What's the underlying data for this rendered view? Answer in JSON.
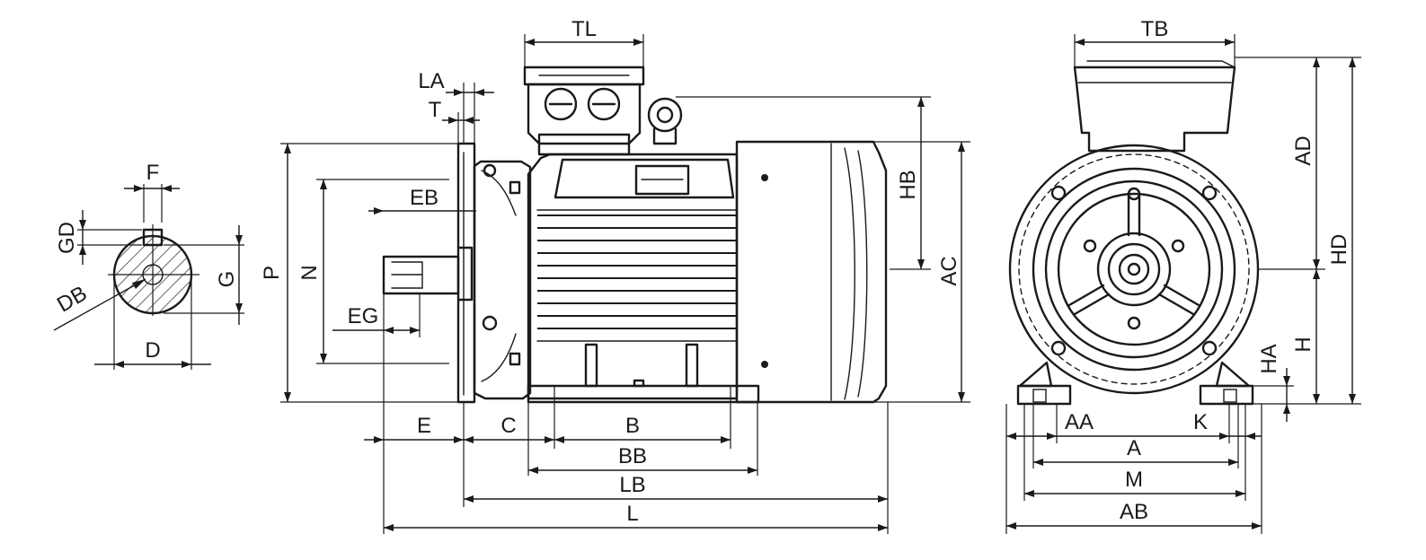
{
  "drawing": {
    "labels": {
      "F": "F",
      "GD": "GD",
      "G": "G",
      "DB": "DB",
      "D": "D",
      "LA": "LA",
      "T": "T",
      "EB": "EB",
      "P": "P",
      "N": "N",
      "EG": "EG",
      "E": "E",
      "C": "C",
      "B": "B",
      "BB": "BB",
      "LB": "LB",
      "L": "L",
      "TL": "TL",
      "HB": "HB",
      "AC": "AC",
      "TB": "TB",
      "AD": "AD",
      "HD": "HD",
      "HA": "HA",
      "H": "H",
      "AA": "AA",
      "K": "K",
      "A": "A",
      "M": "M",
      "AB": "AB"
    },
    "colors": {
      "line": "#1a1a1a",
      "hatch": "#6a6a6a",
      "background": "#ffffff"
    }
  }
}
